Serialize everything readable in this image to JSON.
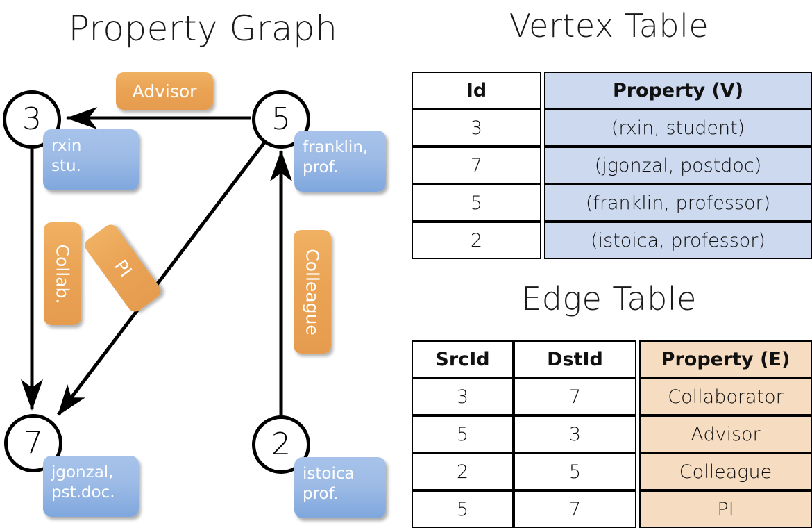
{
  "titles": {
    "property_graph": "Property Graph",
    "vertex_table": "Vertex Table",
    "edge_table": "Edge Table"
  },
  "graph": {
    "nodes": [
      {
        "id": "3",
        "label": "3",
        "property_lines": [
          "rxin",
          "stu."
        ]
      },
      {
        "id": "5",
        "label": "5",
        "property_lines": [
          "franklin,",
          "prof."
        ]
      },
      {
        "id": "7",
        "label": "7",
        "property_lines": [
          "jgonzal,",
          "pst.doc."
        ]
      },
      {
        "id": "2",
        "label": "2",
        "property_lines": [
          "istoica",
          "prof."
        ]
      }
    ],
    "edge_labels": [
      {
        "name": "advisor",
        "text": "Advisor"
      },
      {
        "name": "collab",
        "text": "Collab."
      },
      {
        "name": "pi",
        "text": "PI"
      },
      {
        "name": "colleague",
        "text": "Colleague"
      }
    ],
    "edges": [
      {
        "from": "5",
        "to": "3",
        "label": "Advisor"
      },
      {
        "from": "3",
        "to": "7",
        "label": "Collab."
      },
      {
        "from": "5",
        "to": "7",
        "label": "PI"
      },
      {
        "from": "2",
        "to": "5",
        "label": "Colleague"
      }
    ]
  },
  "vertex_table": {
    "headers": [
      "Id",
      "Property (V)"
    ],
    "rows": [
      {
        "id": "3",
        "property": "(rxin, student)"
      },
      {
        "id": "7",
        "property": "(jgonzal, postdoc)"
      },
      {
        "id": "5",
        "property": "(franklin, professor)"
      },
      {
        "id": "2",
        "property": "(istoica, professor)"
      }
    ]
  },
  "edge_table": {
    "headers": [
      "SrcId",
      "DstId",
      "Property (E)"
    ],
    "rows": [
      {
        "src": "3",
        "dst": "7",
        "property": "Collaborator"
      },
      {
        "src": "5",
        "dst": "3",
        "property": "Advisor"
      },
      {
        "src": "2",
        "dst": "5",
        "property": "Colleague"
      },
      {
        "src": "5",
        "dst": "7",
        "property": "PI"
      }
    ]
  },
  "colors": {
    "vertex_property_fill": "#ccd9ee",
    "edge_property_fill": "#f6ddc2",
    "node_box_blue": "#9dbbe6",
    "edge_label_orange": "#eaa254",
    "stroke": "#000000",
    "background": "#ffffff"
  }
}
